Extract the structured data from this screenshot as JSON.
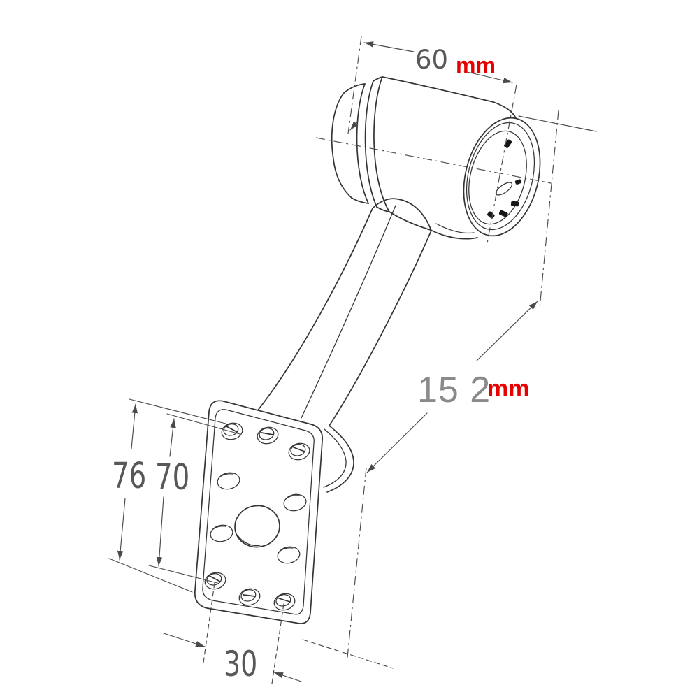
{
  "page": {
    "background": "#ffffff",
    "description": "Technical dimension drawing of a wall-mount bracket arm with cylindrical head and mounting plate"
  },
  "colors": {
    "line": "#343434",
    "dimension_line": "#4a4a4a",
    "cad_text": "#585858",
    "modern_text": "#8a8a8a",
    "unit_accent": "#e60000"
  },
  "dimensions": {
    "head_width": {
      "value": "60",
      "unit": "mm"
    },
    "arm_length": {
      "value": "15 2",
      "unit": "mm"
    },
    "plate_height": {
      "value": "76"
    },
    "hole_row_spacing": {
      "value": "70"
    },
    "bottom_hole_spacing": {
      "value": "30"
    }
  }
}
